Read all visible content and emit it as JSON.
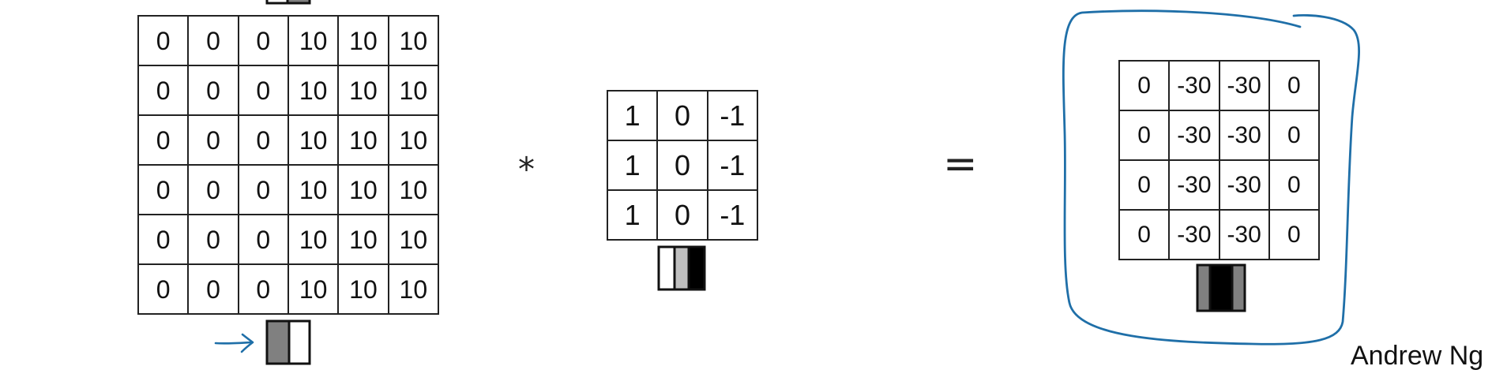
{
  "input_matrix": {
    "rows": [
      [
        "0",
        "0",
        "0",
        "10",
        "10",
        "10"
      ],
      [
        "0",
        "0",
        "0",
        "10",
        "10",
        "10"
      ],
      [
        "0",
        "0",
        "0",
        "10",
        "10",
        "10"
      ],
      [
        "0",
        "0",
        "0",
        "10",
        "10",
        "10"
      ],
      [
        "0",
        "0",
        "0",
        "10",
        "10",
        "10"
      ],
      [
        "0",
        "0",
        "0",
        "10",
        "10",
        "10"
      ]
    ]
  },
  "operators": {
    "convolution": "*",
    "equals": "="
  },
  "filter_matrix": {
    "rows": [
      [
        "1",
        "0",
        "-1"
      ],
      [
        "1",
        "0",
        "-1"
      ],
      [
        "1",
        "0",
        "-1"
      ]
    ]
  },
  "output_matrix": {
    "rows": [
      [
        "0",
        "-30",
        "-30",
        "0"
      ],
      [
        "0",
        "-30",
        "-30",
        "0"
      ],
      [
        "0",
        "-30",
        "-30",
        "0"
      ],
      [
        "0",
        "-30",
        "-30",
        "0"
      ]
    ]
  },
  "swatches": {
    "input_top": [
      "#ffffff",
      "#808080"
    ],
    "input_bottom": [
      "#808080",
      "#ffffff"
    ],
    "filter": [
      "#ffffff",
      "#c0c0c0",
      "#000000"
    ],
    "output": [
      "#808080",
      "#000000",
      "#808080"
    ]
  },
  "annotation_colors": {
    "ink": "#1f6fa8"
  },
  "credit": "Andrew Ng"
}
